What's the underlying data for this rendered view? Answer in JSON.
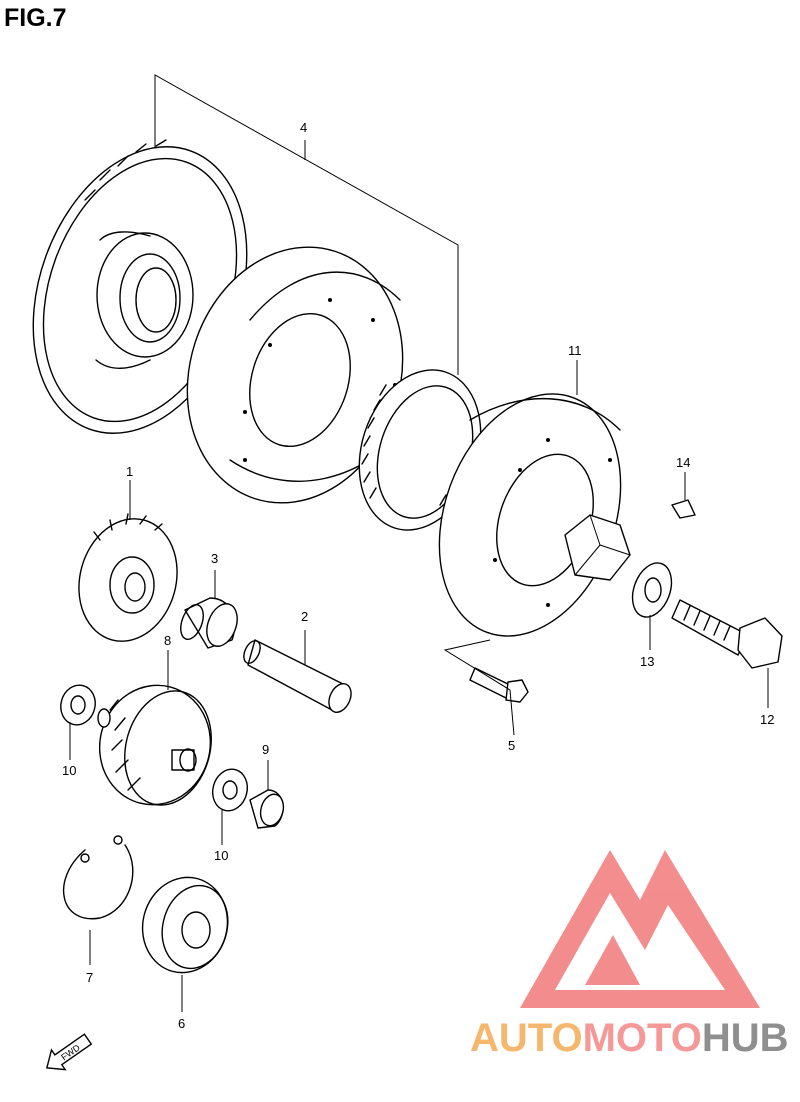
{
  "figure": {
    "title": "FIG.7"
  },
  "callouts": {
    "c1": "1",
    "c2": "2",
    "c3": "3",
    "c4": "4",
    "c5": "5",
    "c6": "6",
    "c7": "7",
    "c8": "8",
    "c9": "9",
    "c10a": "10",
    "c10b": "10",
    "c11": "11",
    "c12": "12",
    "c13": "13",
    "c14": "14"
  },
  "direction_marker": {
    "label": "FWD",
    "icon": "fwd-arrow-icon"
  },
  "watermark": {
    "part1": "AUTO",
    "part2": "MOTO",
    "part3": "HUB",
    "colors": {
      "auto": "#f5b66e",
      "moto": "#f49898",
      "hub": "#8f8f8f",
      "logo": "#f27a7a"
    }
  }
}
